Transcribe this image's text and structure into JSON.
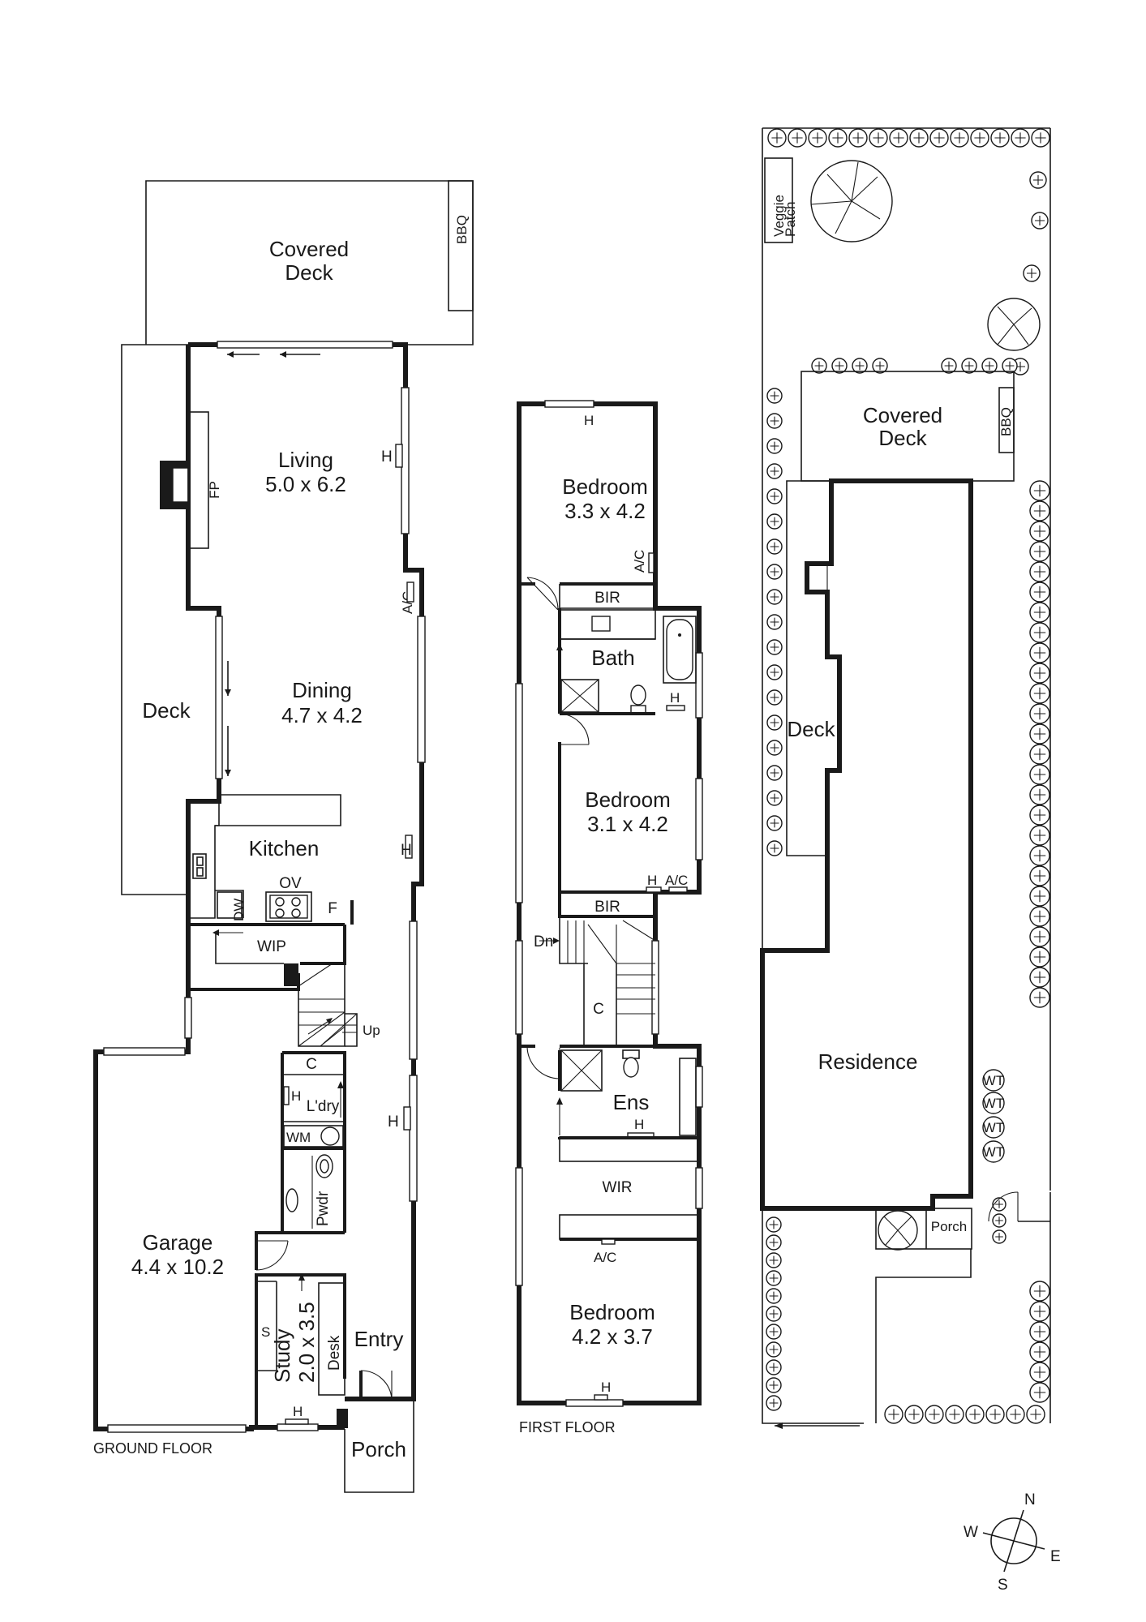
{
  "ground_floor": {
    "caption": "GROUND FLOOR",
    "rooms": {
      "covered_deck": {
        "name_line1": "Covered",
        "name_line2": "Deck"
      },
      "bbq": "BBQ",
      "living": {
        "name": "Living",
        "dims": "5.0 x 6.2"
      },
      "fp": "FP",
      "deck": "Deck",
      "dining": {
        "name": "Dining",
        "dims": "4.7 x 4.2"
      },
      "kitchen": "Kitchen",
      "ov": "OV",
      "dw": "DW",
      "f": "F",
      "wip": "WIP",
      "up": "Up",
      "c": "C",
      "h": "H",
      "ldry": "L'dry",
      "wm": "WM",
      "pwdr": "Pwdr",
      "garage": {
        "name": "Garage",
        "dims": "4.4 x 10.2"
      },
      "study": {
        "name": "Study",
        "dims": "2.0 x 3.5"
      },
      "s": "S",
      "desk": "Desk",
      "entry": "Entry",
      "porch": "Porch",
      "ac": "A/C"
    }
  },
  "first_floor": {
    "caption": "FIRST FLOOR",
    "rooms": {
      "bedroom1": {
        "name": "Bedroom",
        "dims": "3.3 x 4.2"
      },
      "bir": "BIR",
      "bath": "Bath",
      "bedroom2": {
        "name": "Bedroom",
        "dims": "3.1 x 4.2"
      },
      "dn": "Dn",
      "c": "C",
      "ens": "Ens",
      "wir": "WIR",
      "bedroom3": {
        "name": "Bedroom",
        "dims": "4.2 x 3.7"
      },
      "h": "H",
      "ac": "A/C"
    }
  },
  "site_plan": {
    "veggie_patch_line1": "Veggie",
    "veggie_patch_line2": "Patch",
    "covered_deck_line1": "Covered",
    "covered_deck_line2": "Deck",
    "bbq": "BBQ",
    "deck": "Deck",
    "residence": "Residence",
    "wt": "WT",
    "porch": "Porch"
  },
  "compass": {
    "n": "N",
    "s": "S",
    "e": "E",
    "w": "W"
  }
}
